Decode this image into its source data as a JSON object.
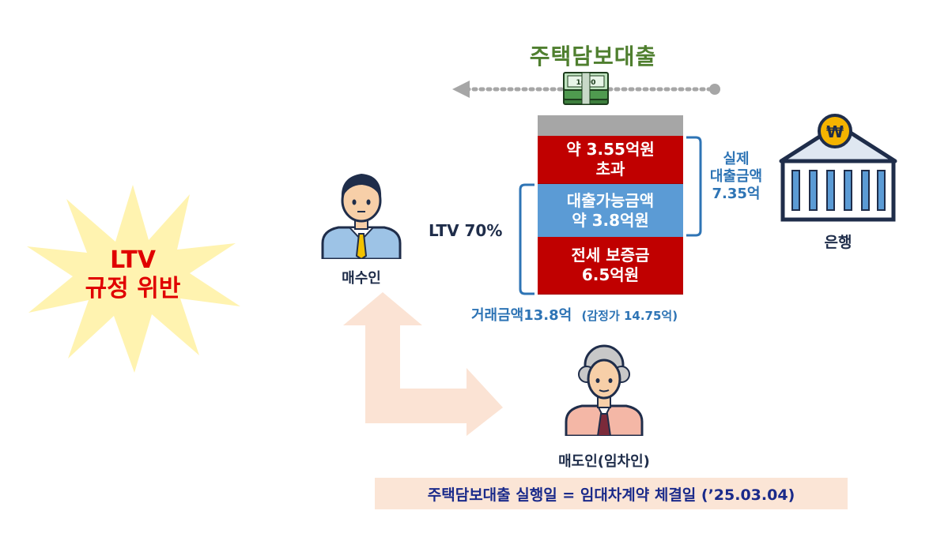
{
  "title": "주택담보대출",
  "box": {
    "excess_line1": "약 3.55억원",
    "excess_line2": "초과",
    "loanable_line1": "대출가능금액",
    "loanable_line2": "약 3.8억원",
    "deposit_line1": "전세 보증금",
    "deposit_line2": "6.5억원"
  },
  "ltv_label": "LTV 70%",
  "actual_loan": {
    "line1": "실제",
    "line2": "대출금액",
    "line3": "7.35억"
  },
  "bank_label": "은행",
  "buyer_label": "매수인",
  "seller_label": "매도인(임차인)",
  "transaction": {
    "main": "거래금액13.8억",
    "appraisal": "(감정가 14.75억)"
  },
  "violation": {
    "line1": "LTV",
    "line2": "규정 위반"
  },
  "footer_note": "주택담보대출 실행일 = 임대차계약 체결일 (’25.03.04)",
  "money_icon_text": "1000",
  "colors": {
    "title_green": "#4f7f2f",
    "box_red": "#c00000",
    "box_blue": "#5b9bd5",
    "label_blue": "#2e74b5",
    "burst_yellow": "#fff3b0",
    "arrow_peach": "#fbe3d4",
    "footer_bg": "#fbe5d6",
    "footer_text": "#1a2a8a"
  }
}
